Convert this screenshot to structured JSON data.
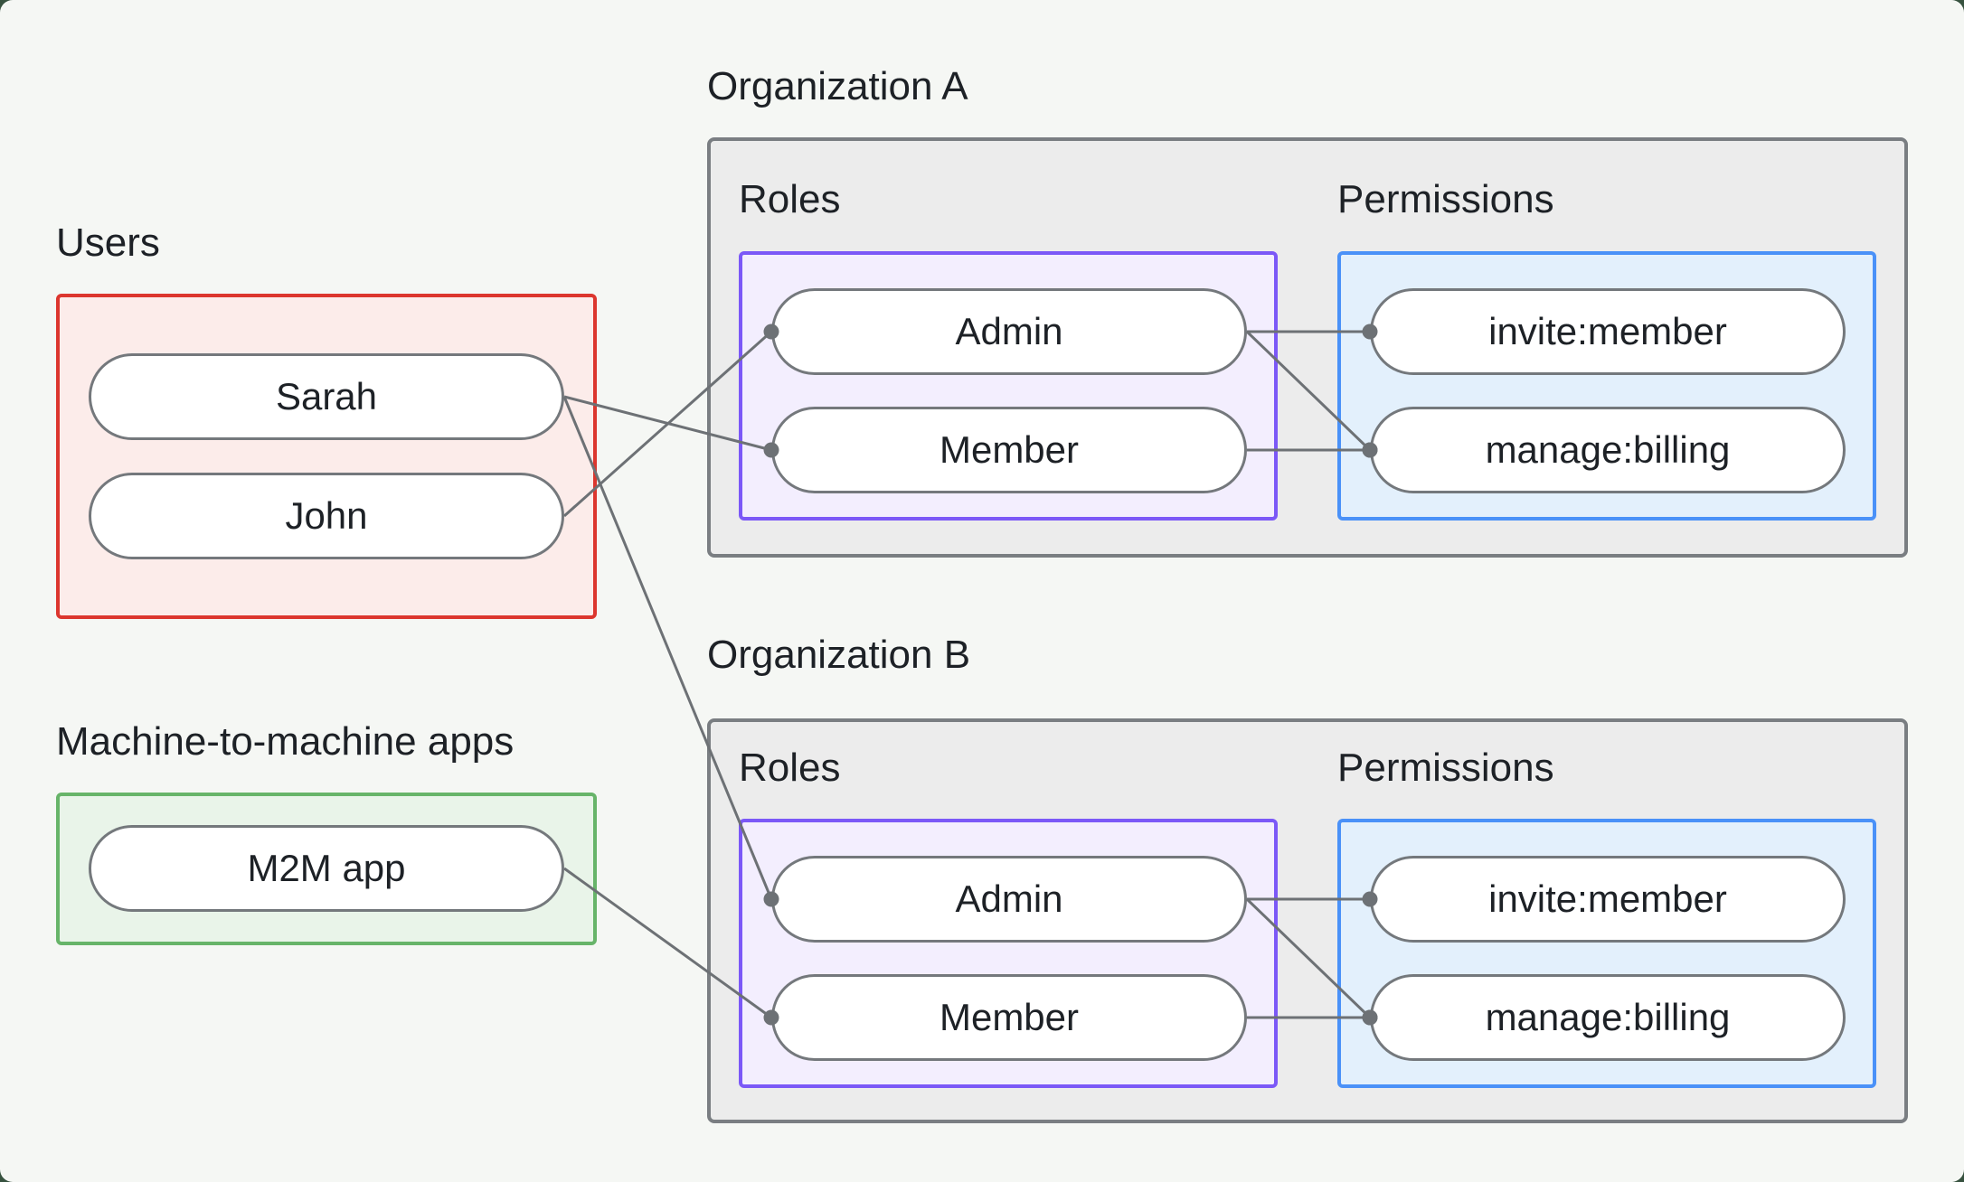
{
  "title": "Users, machine-to-machine apps, organization roles and permissions diagram",
  "colors": {
    "bg": "#f5f7f4",
    "outside": "#37523f",
    "text": "#1d2126",
    "org_fill": "#ececec",
    "org_border": "#7a7e82",
    "users_border": "#dc362e",
    "users_fill": "#fcecea",
    "m2m_border": "#67b469",
    "m2m_fill": "#e9f4e9",
    "roles_border": "#7b58f7",
    "roles_fill": "#f3eefe",
    "perms_border": "#4a91f8",
    "perms_fill": "#e3f0fc",
    "pill_border": "#74787c",
    "pill_fill": "#ffffff",
    "line": "#6d7175"
  },
  "sections": {
    "users": {
      "label": "Users",
      "items": [
        {
          "id": "user-sarah",
          "label": "Sarah"
        },
        {
          "id": "user-john",
          "label": "John"
        }
      ]
    },
    "m2m": {
      "label": "Machine-to-machine apps",
      "items": [
        {
          "id": "m2m-app",
          "label": "M2M app"
        }
      ]
    }
  },
  "orgs": [
    {
      "label": "Organization A",
      "roles_label": "Roles",
      "permissions_label": "Permissions",
      "roles": [
        {
          "id": "orgA-role-admin",
          "label": "Admin"
        },
        {
          "id": "orgA-role-member",
          "label": "Member"
        }
      ],
      "permissions": [
        {
          "id": "orgA-perm-invite",
          "label": "invite:member"
        },
        {
          "id": "orgA-perm-billing",
          "label": "manage:billing"
        }
      ]
    },
    {
      "label": "Organization B",
      "roles_label": "Roles",
      "permissions_label": "Permissions",
      "roles": [
        {
          "id": "orgB-role-admin",
          "label": "Admin"
        },
        {
          "id": "orgB-role-member",
          "label": "Member"
        }
      ],
      "permissions": [
        {
          "id": "orgB-perm-invite",
          "label": "invite:member"
        },
        {
          "id": "orgB-perm-billing",
          "label": "manage:billing"
        }
      ]
    }
  ],
  "connections": [
    {
      "from": "user-sarah",
      "to": "orgA-role-member"
    },
    {
      "from": "user-john",
      "to": "orgA-role-admin"
    },
    {
      "from": "user-sarah",
      "to": "orgB-role-admin"
    },
    {
      "from": "m2m-app",
      "to": "orgB-role-member"
    },
    {
      "from": "orgA-role-admin",
      "to": "orgA-perm-invite"
    },
    {
      "from": "orgA-role-admin",
      "to": "orgA-perm-billing"
    },
    {
      "from": "orgA-role-member",
      "to": "orgA-perm-billing"
    },
    {
      "from": "orgB-role-admin",
      "to": "orgB-perm-invite"
    },
    {
      "from": "orgB-role-admin",
      "to": "orgB-perm-billing"
    },
    {
      "from": "orgB-role-member",
      "to": "orgB-perm-billing"
    }
  ],
  "line_style": {
    "stroke_width": 3,
    "dot_radius": 8.5
  }
}
